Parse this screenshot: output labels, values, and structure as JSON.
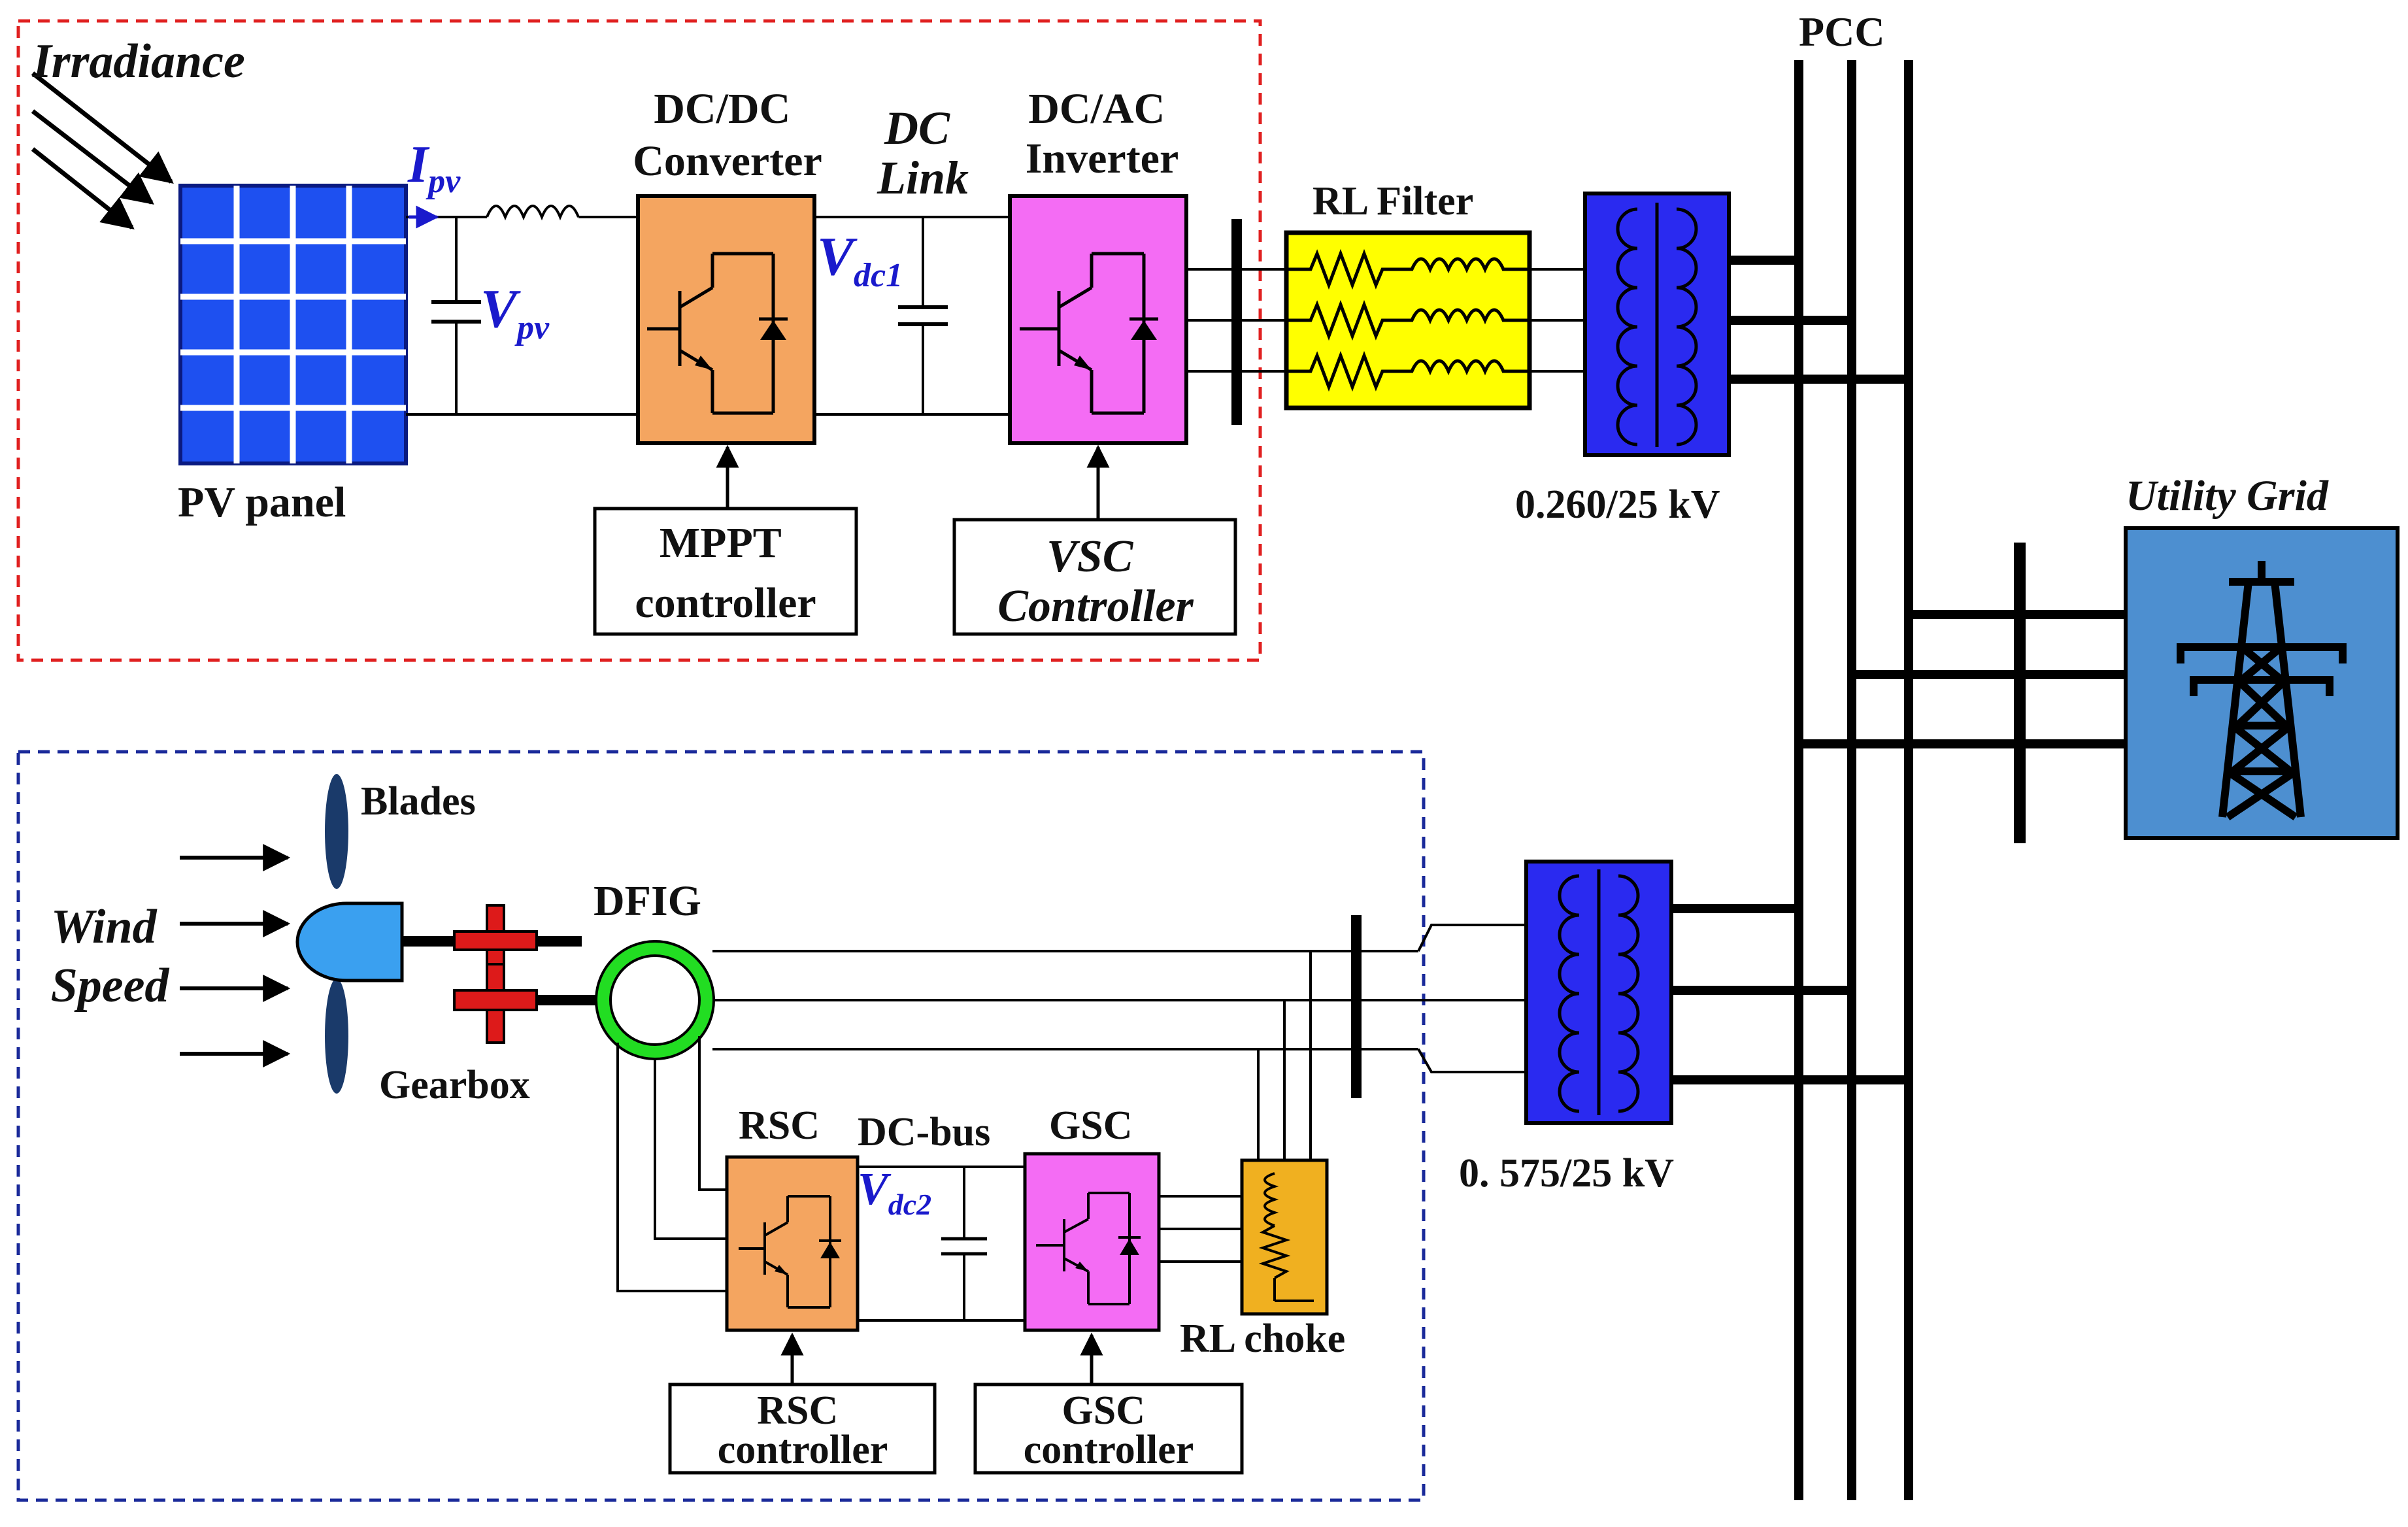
{
  "colors": {
    "pv_frame": "#e02020",
    "wind_frame": "#1a2a9a",
    "pv_panel": "#1e50f0",
    "dcdc": "#f4a560",
    "inverter": "#f46cf4",
    "rl_filter": "#ffff00",
    "transformer": "#2a2af0",
    "grid_box": "#4d8fd0",
    "dfig_ring": "#22dd22",
    "gearbox": "#dd1a1a",
    "blades": "#3aa0f0",
    "rl_choke": "#f0b020",
    "symbol_blue": "#1a1acc"
  },
  "pv_section": {
    "irradiance": "Irradiance",
    "pv_panel": "PV panel",
    "ipv_main": "I",
    "ipv_sub": "pv",
    "vpv_main": "V",
    "vpv_sub": "pv",
    "dcdc_line1": "DC/DC",
    "dcdc_line2": "Converter",
    "dclink_line1": "DC",
    "dclink_line2": "Link",
    "vdc1_main": "V",
    "vdc1_sub": "dc1",
    "dcac_line1": "DC/AC",
    "dcac_line2": "Inverter",
    "mppt_line1": "MPPT",
    "mppt_line2": "controller",
    "vsc_line1": "VSC",
    "vsc_line2": "Controller",
    "rl_filter": "RL Filter",
    "pv_transformer": "0.260/25 kV"
  },
  "grid_section": {
    "pcc": "PCC",
    "utility_grid": "Utility Grid"
  },
  "wind_section": {
    "blades": "Blades",
    "wind_line1": "Wind",
    "wind_line2": "Speed",
    "gearbox": "Gearbox",
    "dfig": "DFIG",
    "rsc": "RSC",
    "dc_bus": "DC-bus",
    "gsc": "GSC",
    "vdc2_main": "V",
    "vdc2_sub": "dc2",
    "rl_choke": "RL choke",
    "rsc_ctrl_line1": "RSC",
    "rsc_ctrl_line2": "controller",
    "gsc_ctrl_line1": "GSC",
    "gsc_ctrl_line2": "controller",
    "wind_transformer": "0. 575/25 kV"
  }
}
